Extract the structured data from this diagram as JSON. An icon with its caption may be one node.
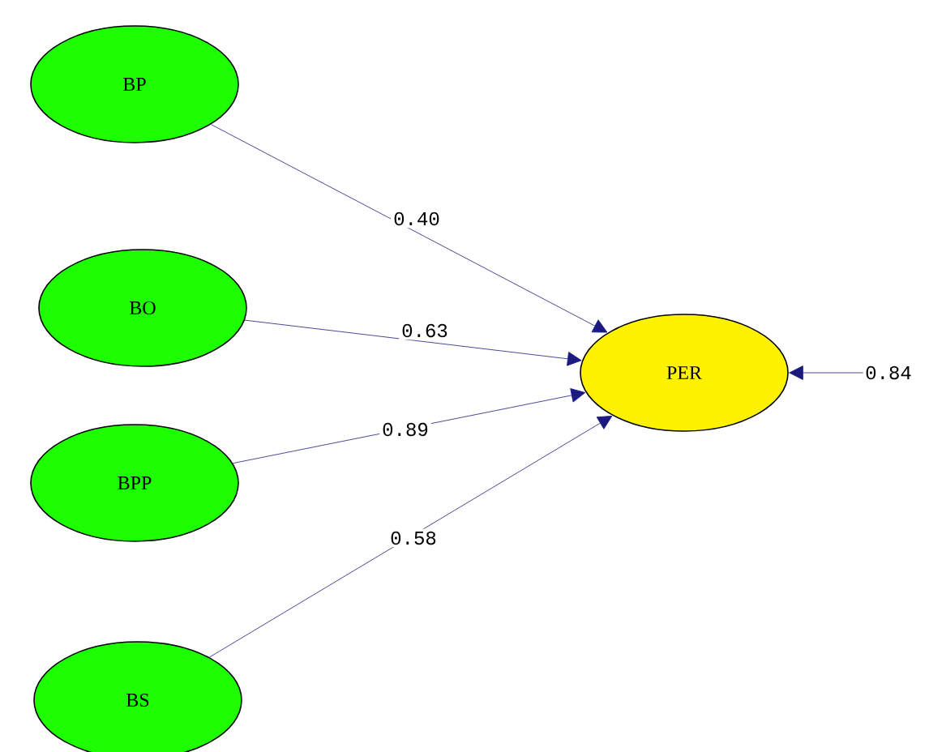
{
  "diagram": {
    "nodes": [
      {
        "text": [
          "BP"
        ]
      },
      {
        "text": [
          "BO"
        ]
      },
      {
        "text": [
          "BPP"
        ]
      },
      {
        "text": [
          "BS"
        ]
      },
      {
        "text": [
          "PER"
        ]
      },
      {
        "text": [
          "0.84"
        ]
      }
    ],
    "edges": [
      {
        "from": 0,
        "to": 4,
        "arrow": "to",
        "label": "0.40"
      },
      {
        "from": 1,
        "to": 4,
        "arrow": "to",
        "label": "0.63"
      },
      {
        "from": 2,
        "to": 4,
        "arrow": "to",
        "label": "0.89"
      },
      {
        "from": 3,
        "to": 4,
        "arrow": "to",
        "label": "0.58"
      },
      {
        "from": 5,
        "to": 4,
        "arrow": "to"
      }
    ]
  }
}
